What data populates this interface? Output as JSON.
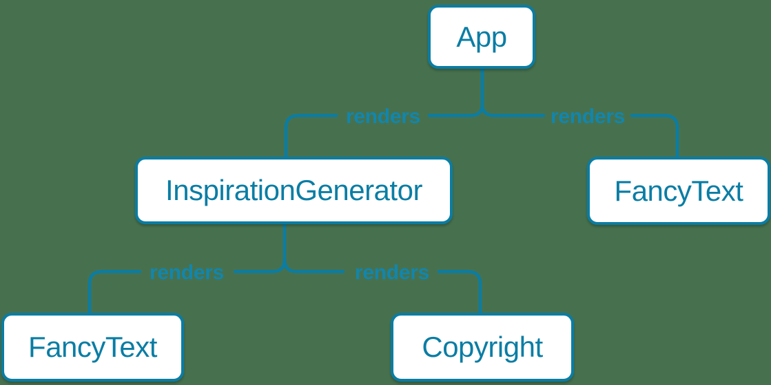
{
  "theme": {
    "background": "#47714E",
    "accent": "#0A7DA4",
    "label_color": "#1186AE",
    "node_fill": "#FFFFFF"
  },
  "diagram": {
    "type": "tree",
    "nodes": [
      {
        "id": "app",
        "label": "App"
      },
      {
        "id": "inspiration-generator",
        "label": "InspirationGenerator"
      },
      {
        "id": "fancy-text-top",
        "label": "FancyText"
      },
      {
        "id": "fancy-text-bottom",
        "label": "FancyText"
      },
      {
        "id": "copyright",
        "label": "Copyright"
      }
    ],
    "edges": [
      {
        "from": "App",
        "to": "InspirationGenerator",
        "label": "renders"
      },
      {
        "from": "App",
        "to": "FancyText",
        "label": "renders"
      },
      {
        "from": "InspirationGenerator",
        "to": "FancyText",
        "label": "renders"
      },
      {
        "from": "InspirationGenerator",
        "to": "Copyright",
        "label": "renders"
      }
    ]
  }
}
